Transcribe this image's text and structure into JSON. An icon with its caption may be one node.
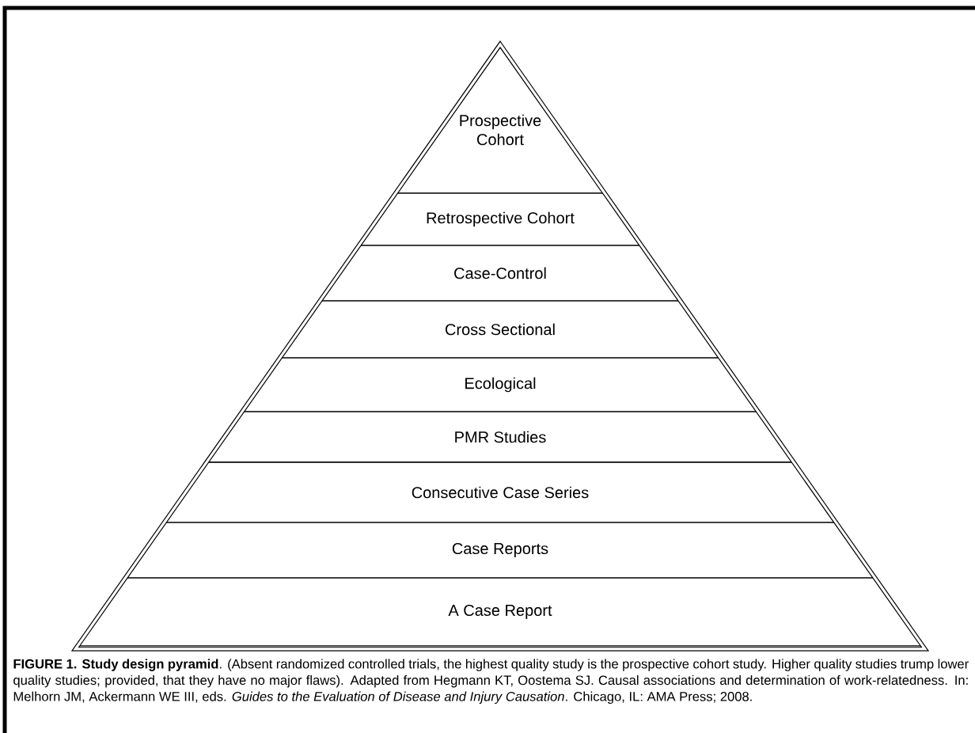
{
  "diagram": {
    "caption": "**FIGURE 1.** **Study design pyramid**. (Absent randomized controlled trials, the highest quality study is the prospective cohort study. Higher quality studies trump lower quality studies; provided, that they have no major flaws). Adapted from Hegmann KT, Oostema SJ. Causal associations and determination of work-relatedness. In: Melhorn JM, Ackermann WE III, eds. *Guides to the Evaluation of Disease and Injury Causation*. Chicago, IL: AMA Press; 2008.",
    "nodes": [
      {
        "text": [
          "Prospective Cohort"
        ]
      },
      {
        "text": [
          "Retrospective Cohort"
        ]
      },
      {
        "text": [
          "Case-Control"
        ]
      },
      {
        "text": [
          "Cross Sectional"
        ]
      },
      {
        "text": [
          "Ecological"
        ]
      },
      {
        "text": [
          "PMR Studies"
        ]
      },
      {
        "text": [
          "Consecutive Case Series"
        ]
      },
      {
        "text": [
          "Case Reports"
        ]
      },
      {
        "text": [
          "A Case Report"
        ]
      }
    ]
  }
}
